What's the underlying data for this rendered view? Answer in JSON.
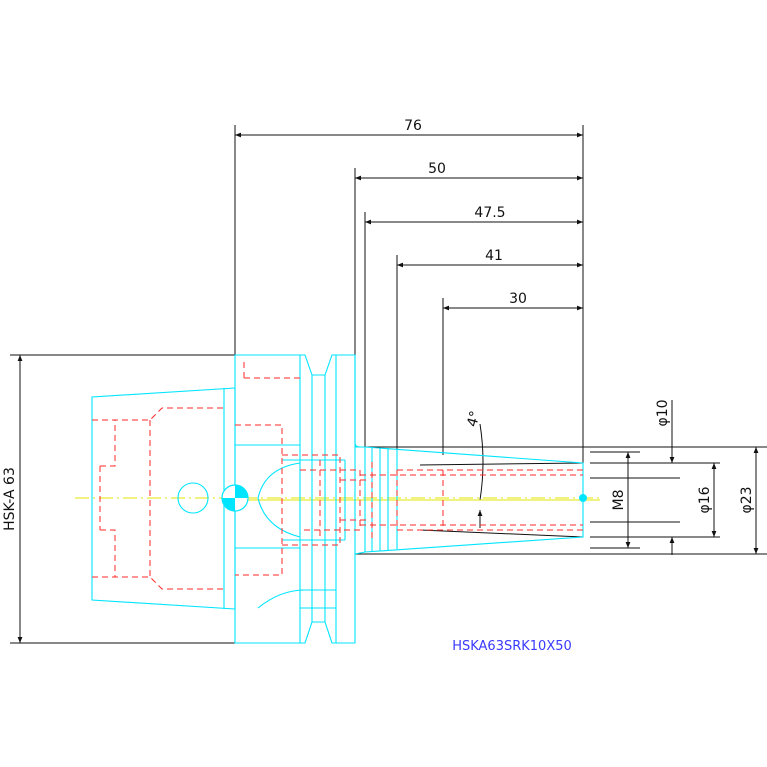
{
  "drawing": {
    "model_code": "HSKA63SRK10X50",
    "shank_label": "HSK-A 63",
    "taper_angle": "4°",
    "thread_label": "M8",
    "colors": {
      "outline": "#00e5ff",
      "hidden": "#ff2a2a",
      "center": "#e6e600",
      "dimension": "#111111",
      "label": "#3a3aff"
    }
  },
  "dimensions": {
    "length_overall": "76",
    "length_50": "50",
    "length_47_5": "47.5",
    "length_41": "41",
    "length_30": "30",
    "dia_10": "φ10",
    "dia_16": "φ16",
    "dia_23": "φ23"
  }
}
